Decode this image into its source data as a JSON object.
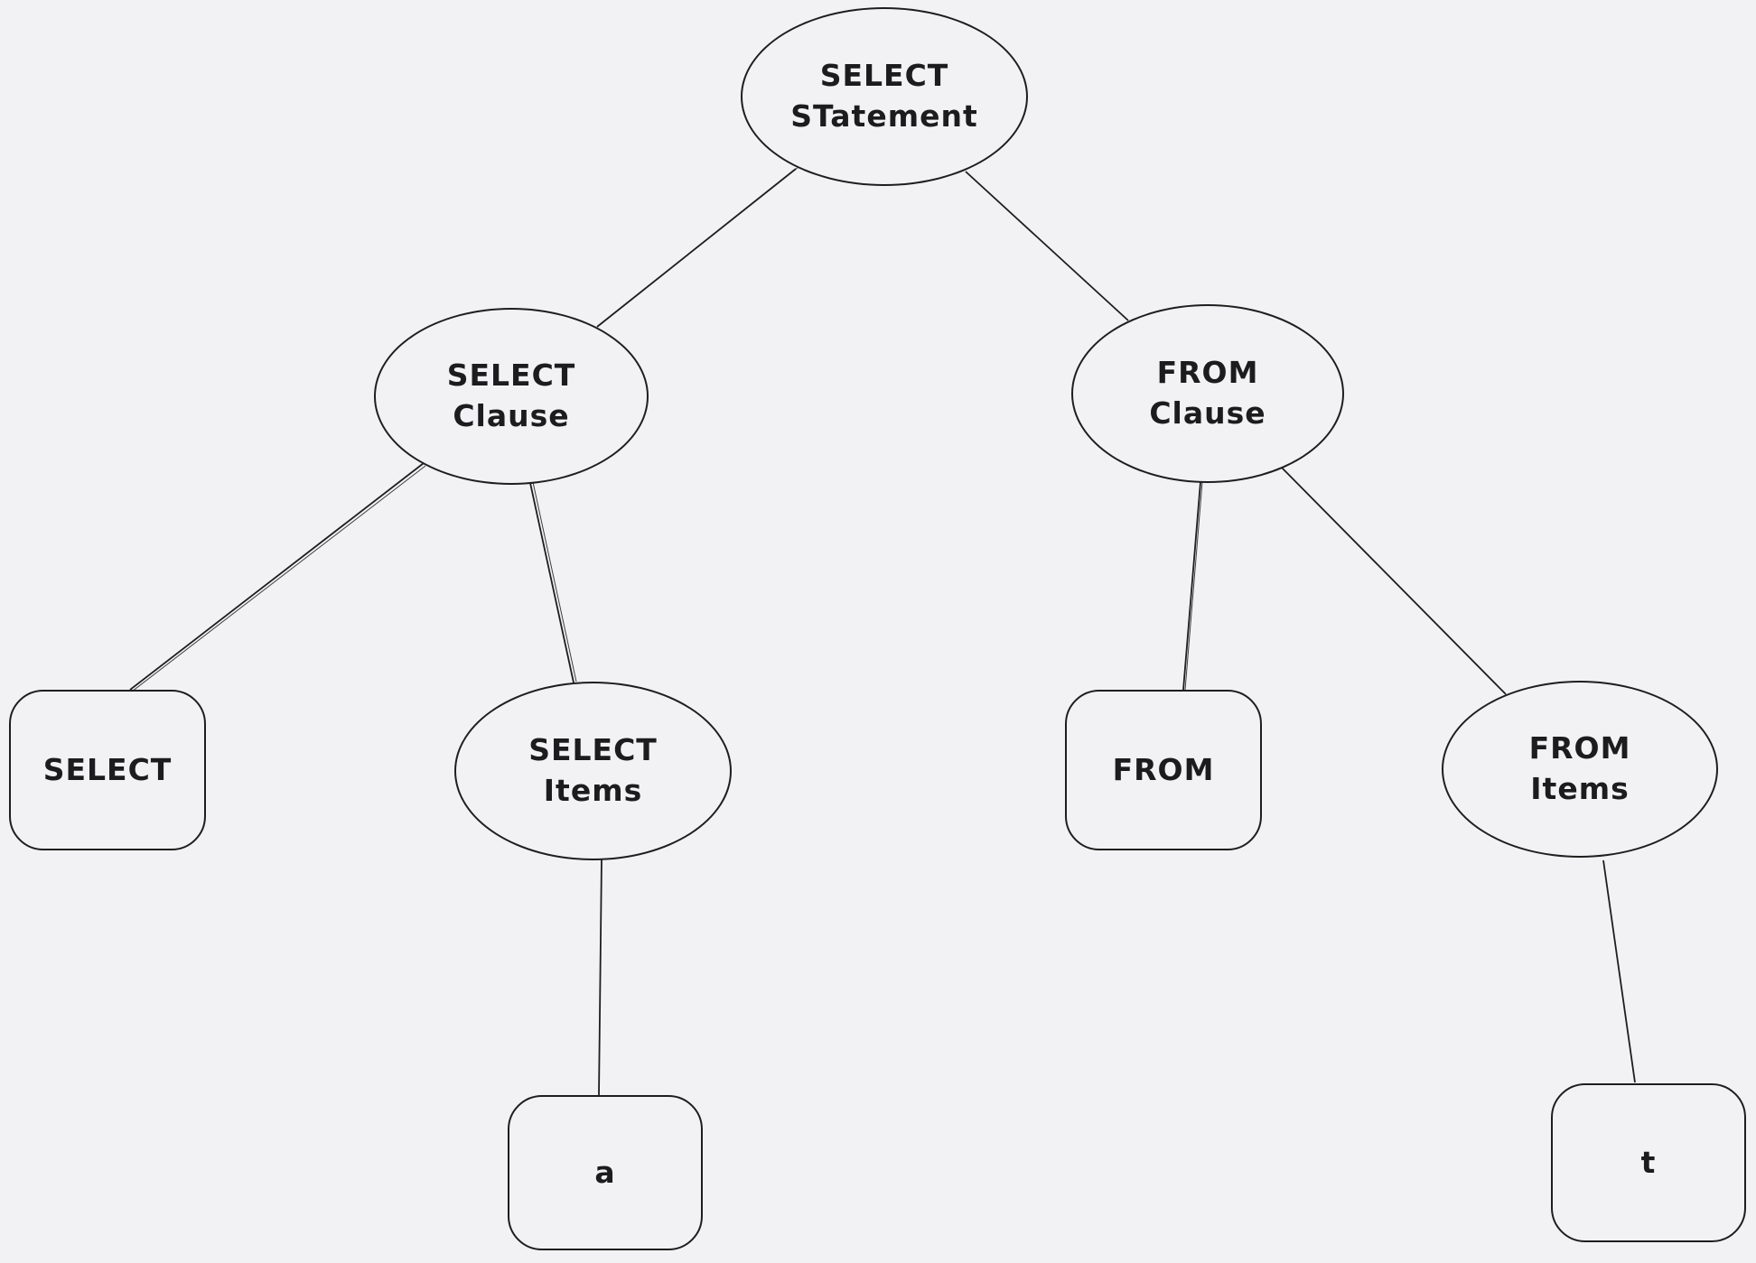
{
  "canvas": {
    "background_color": "#f2f2f4",
    "stroke_color": "#1e1e1e",
    "text_color": "#1c1c1f"
  },
  "nodes": {
    "select_statement": {
      "shape": "ellipse",
      "lines": [
        "SELECT",
        "STatement"
      ]
    },
    "select_clause": {
      "shape": "ellipse",
      "lines": [
        "SELECT",
        "Clause"
      ]
    },
    "from_clause": {
      "shape": "ellipse",
      "lines": [
        "FROM",
        "Clause"
      ]
    },
    "select_keyword": {
      "shape": "rectangle",
      "lines": [
        "SELECT"
      ]
    },
    "select_items": {
      "shape": "ellipse",
      "lines": [
        "SELECT",
        "Items"
      ]
    },
    "from_keyword": {
      "shape": "rectangle",
      "lines": [
        "FROM"
      ]
    },
    "from_items": {
      "shape": "ellipse",
      "lines": [
        "FROM",
        "Items"
      ]
    },
    "select_item_a": {
      "shape": "rectangle",
      "lines": [
        "a"
      ]
    },
    "from_item_t": {
      "shape": "rectangle",
      "lines": [
        "t"
      ]
    }
  },
  "edges": [
    {
      "from": "select_statement",
      "to": "select_clause"
    },
    {
      "from": "select_statement",
      "to": "from_clause"
    },
    {
      "from": "select_clause",
      "to": "select_keyword"
    },
    {
      "from": "select_clause",
      "to": "select_items"
    },
    {
      "from": "from_clause",
      "to": "from_keyword"
    },
    {
      "from": "from_clause",
      "to": "from_items"
    },
    {
      "from": "select_items",
      "to": "select_item_a"
    },
    {
      "from": "from_items",
      "to": "from_item_t"
    }
  ]
}
